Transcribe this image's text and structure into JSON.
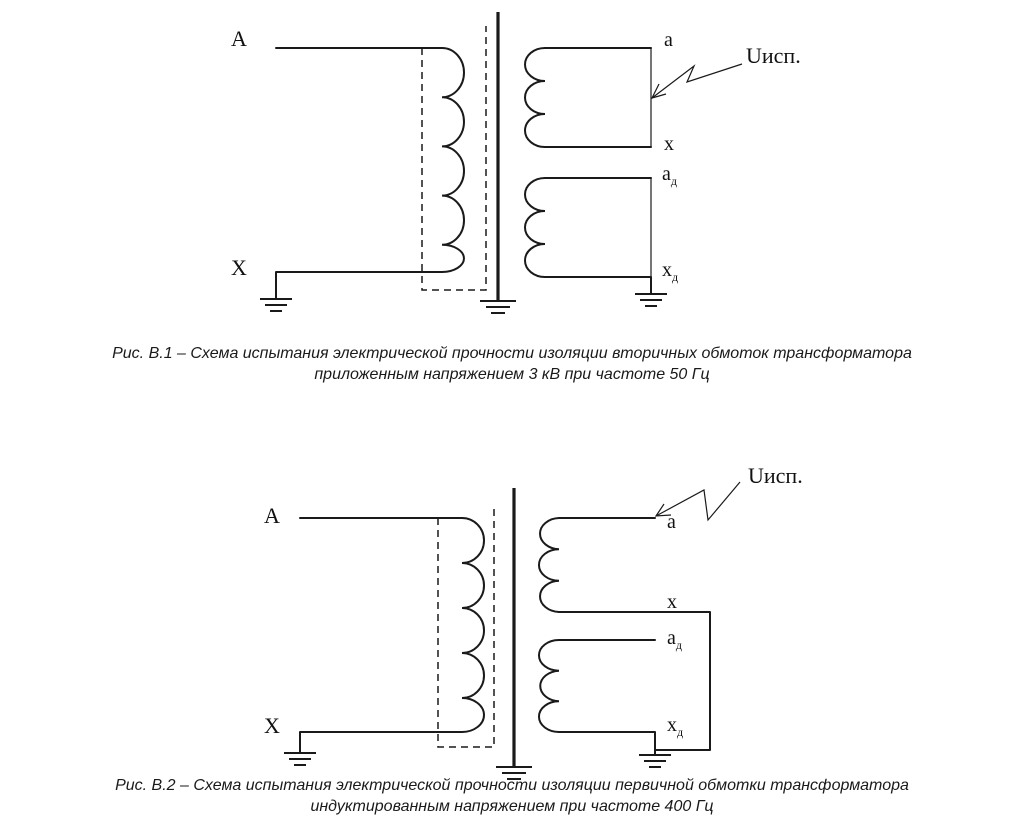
{
  "figures": [
    {
      "terminals": {
        "primary_start": "A",
        "primary_end": "X",
        "secondary_start": "a",
        "secondary_end": "x",
        "aux_start": "a",
        "aux_start_sub": "д",
        "aux_end": "x",
        "aux_end_sub": "д"
      },
      "voltage_label": "Uисп.",
      "caption_line1": "Рис. В.1 – Схема испытания электрической прочности изоляции вторичных обмоток трансформатора",
      "caption_line2": "приложенным напряжением 3 кВ при частоте 50 Гц"
    },
    {
      "terminals": {
        "primary_start": "A",
        "primary_end": "X",
        "secondary_start": "a",
        "secondary_end": "x",
        "aux_start": "a",
        "aux_start_sub": "д",
        "aux_end": "x",
        "aux_end_sub": "д"
      },
      "voltage_label": "Uисп.",
      "caption_line1": "Рис. В.2 – Схема испытания электрической прочности изоляции первичной обмотки трансформатора",
      "caption_line2": "индуктированным напряжением при частоте 400 Гц"
    }
  ]
}
